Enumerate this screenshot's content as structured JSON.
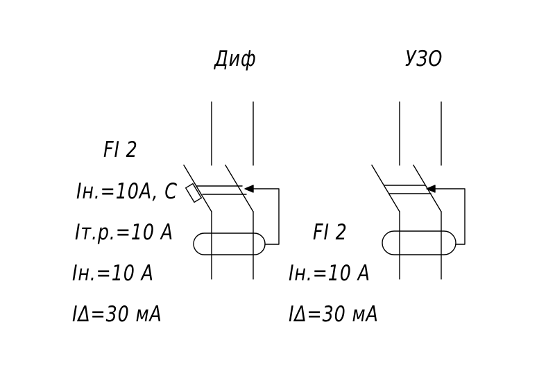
{
  "diagram": {
    "line_color": "#000000",
    "background": "#ffffff"
  },
  "rcbo": {
    "title": "Диф",
    "designation": "FI 2",
    "rated_current_curve": "Iн.=10A, C",
    "trip_current": "Iт.р.=10 A",
    "nominal_current": "Iн.=10 A",
    "leakage_current": "IΔ=30 мA"
  },
  "rcd": {
    "title": "УЗО",
    "designation": "FI 2",
    "nominal_current": "Iн.=10 A",
    "leakage_current": "IΔ=30 мA"
  }
}
